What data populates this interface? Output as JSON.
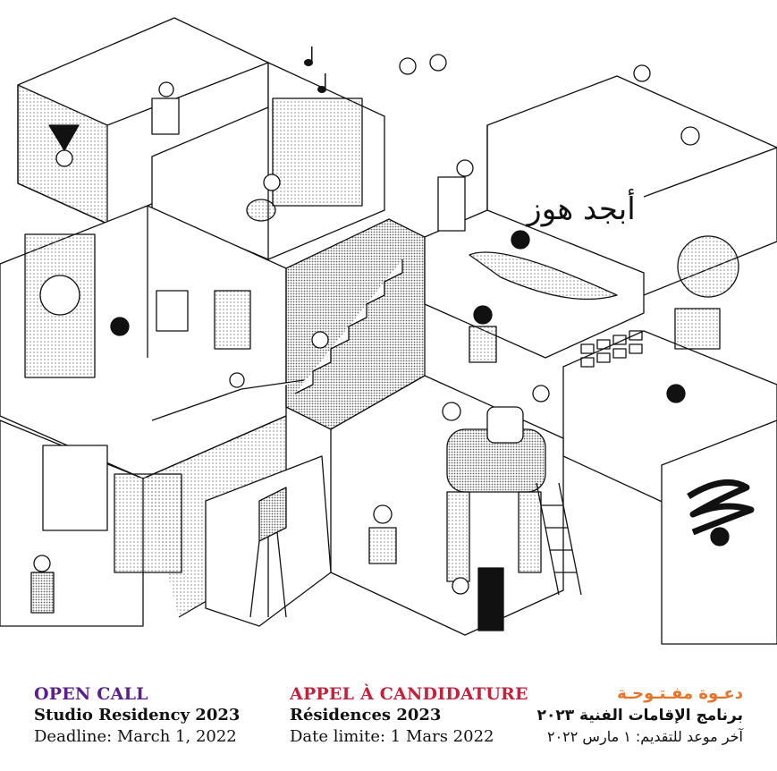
{
  "colors": {
    "open_call": "#5a1f8c",
    "appel": "#c4213b",
    "arabic_heading": "#e8732a",
    "ink": "#111111",
    "dot_shade": "#9a9a9a"
  },
  "illustration": {
    "wall_lettering_arabic": "أبجد هوز"
  },
  "footer": {
    "english": {
      "heading": "OPEN CALL",
      "title": "Studio Residency 2023",
      "deadline": "Deadline: March 1, 2022"
    },
    "french": {
      "heading": "APPEL À CANDIDATURE",
      "title": "Résidences 2023",
      "deadline": "Date limite: 1 Mars 2022"
    },
    "arabic": {
      "heading": "دعـوة مفـتـوحـة",
      "title": "برنامج الإقامات الفنية ٢٠٢٣",
      "deadline": "آخر موعد للتقديم: ١ مارس ٢٠٢٢"
    }
  }
}
